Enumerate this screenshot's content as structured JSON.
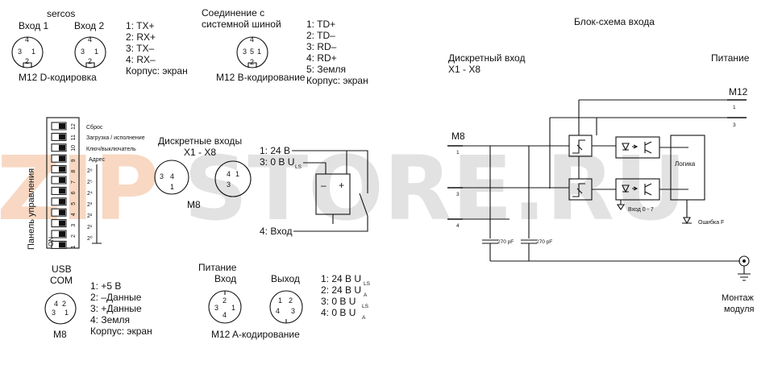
{
  "sercos": {
    "title": "sercos",
    "port1": "Вход 1",
    "port2": "Вход 2",
    "coding": "M12 D-кодировка",
    "pins": [
      "1: TX+",
      "2: RX+",
      "3: TX–",
      "4: RX–",
      "Корпус: экран"
    ],
    "conn_pins": [
      "4",
      "1",
      "3",
      "2"
    ]
  },
  "bus": {
    "title_line1": "Соединение с",
    "title_line2": "системной шиной",
    "coding": "M12 B-кодирование",
    "pins": [
      "1: TD+",
      "2: TD–",
      "3: RD–",
      "4: RD+",
      "5: Земля",
      "Корпус: экран"
    ],
    "conn_pins": [
      "4",
      "3",
      "5",
      "1",
      "2"
    ]
  },
  "block": {
    "title": "Блок-схема входа",
    "discrete_line1": "Дискретный вход",
    "discrete_line2": "X1 - X8",
    "power": "Питание",
    "m12": "M12",
    "m12_pins": [
      "1",
      "3"
    ],
    "m8": "M8",
    "m8_pins": [
      "1",
      "3",
      "4"
    ],
    "logic": "Логика",
    "input_led": "Вход 0 - 7",
    "error_led": "Ошибка F",
    "cap1": "270 pF",
    "cap2": "270 pF",
    "mount_line1": "Монтаж",
    "mount_line2": "модуля"
  },
  "panel": {
    "title": "Панель управления",
    "labels": [
      "Сброс",
      "Загрузка / исполнение",
      "Ключ/выключатель",
      "Адрес"
    ],
    "numbers": [
      "12",
      "11",
      "10",
      "9",
      "8",
      "7",
      "6",
      "5",
      "4",
      "3",
      "2",
      "1"
    ],
    "powers": [
      "2⁶",
      "2⁵",
      "2⁴",
      "2³",
      "2²",
      "2¹",
      "2⁰"
    ],
    "on": "ON"
  },
  "discrete": {
    "title": "Дискретные входы",
    "range": "X1 - X8",
    "coding": "M8",
    "pins": [
      "1: 24 В",
      "3: 0 В U",
      "4: Вход"
    ],
    "pin3_sub": "LS",
    "conn_left": [
      "3",
      "4",
      "1"
    ],
    "conn_right": [
      "4",
      "1",
      "3"
    ]
  },
  "usb": {
    "title_line1": "USB",
    "title_line2": "COM",
    "coding": "M8",
    "pins": [
      "1: +5 В",
      "2: –Данные",
      "3: +Данные",
      "4: Земля",
      "Корпус: экран"
    ],
    "conn_pins": [
      "4",
      "2",
      "3",
      "1"
    ]
  },
  "power": {
    "title": "Питание",
    "in": "Вход",
    "out": "Выход",
    "coding": "M12 A-кодирование",
    "pins": [
      "1: 24 В U",
      "2: 24 В U",
      "3: 0 В U",
      "4: 0 В U"
    ],
    "pin_subs": [
      "LS",
      "A",
      "LS",
      "A"
    ],
    "in_pins": [
      "2",
      "3",
      "4",
      "1"
    ],
    "out_pins": [
      "1",
      "2",
      "4",
      "3"
    ]
  },
  "watermark": "ZIPSTORE.RU"
}
